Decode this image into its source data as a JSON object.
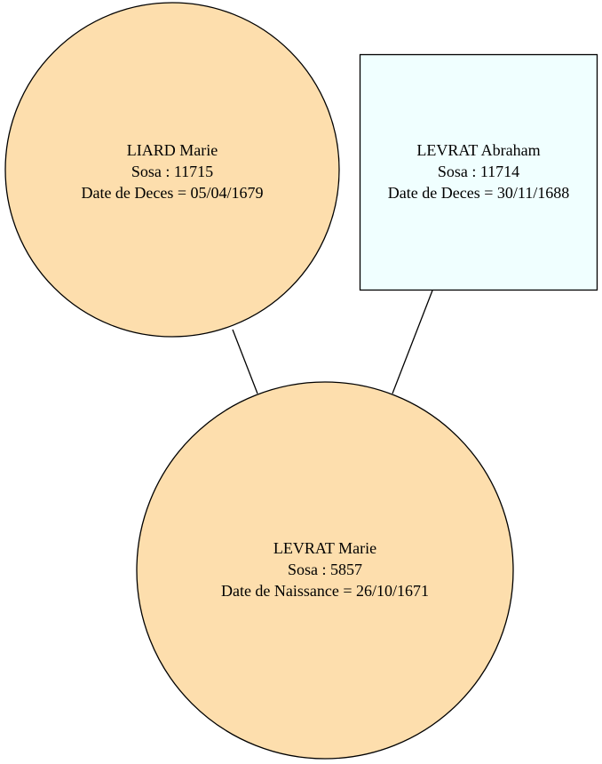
{
  "nodes": {
    "mother": {
      "name": "LIARD Marie",
      "sosa": "Sosa : 11715",
      "event": "Date de Deces = 05/04/1679",
      "shape": "circle",
      "fill": "#FDDEAD"
    },
    "father": {
      "name": "LEVRAT Abraham",
      "sosa": "Sosa : 11714",
      "event": "Date de Deces = 30/11/1688",
      "shape": "box",
      "fill": "#F0FFFF"
    },
    "child": {
      "name": "LEVRAT Marie",
      "sosa": "Sosa : 5857",
      "event": "Date de Naissance = 26/10/1671",
      "shape": "circle",
      "fill": "#FDDEAD"
    }
  },
  "edges": [
    {
      "from": "mother",
      "to": "child"
    },
    {
      "from": "father",
      "to": "child"
    }
  ]
}
